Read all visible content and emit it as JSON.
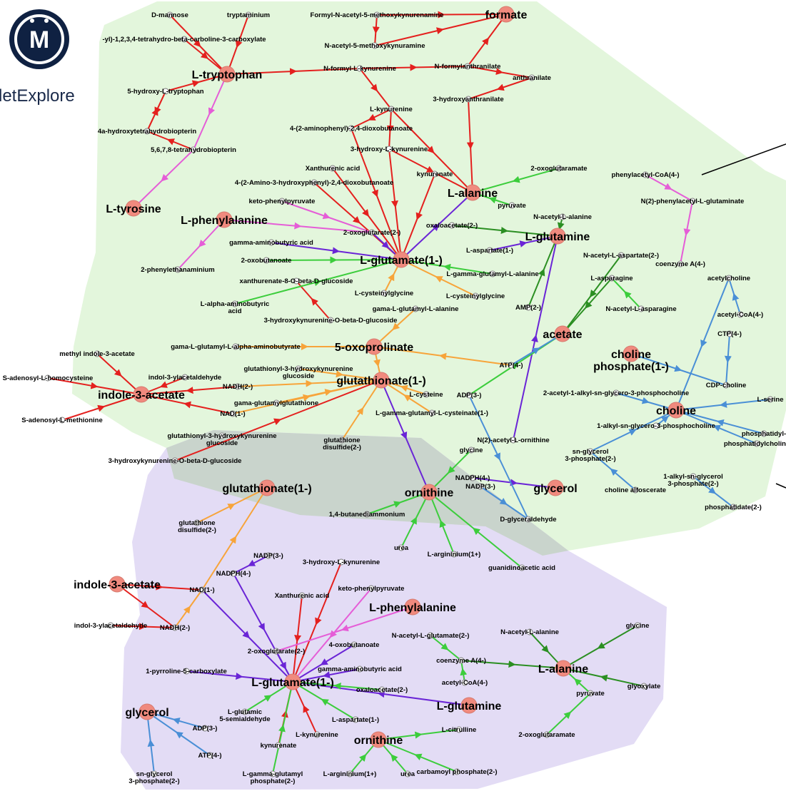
{
  "logo": {
    "text": "letExplore",
    "mark": "M"
  },
  "colors": {
    "region_top": "#e3f6dc",
    "region_bottom": "#e3dcf5",
    "region_overlap": "#c9d4cc",
    "red": "#e4201e",
    "orange": "#f7a43a",
    "purple": "#6a25d6",
    "green": "#3ccd3c",
    "darkgreen": "#2b8f22",
    "blue": "#4a8fd6",
    "pink": "#e55dd7",
    "hub": "#f08a7e"
  },
  "hubs": [
    {
      "id": "L-tryptophan",
      "label": "L-tryptophan"
    },
    {
      "id": "L-tyrosine",
      "label": "L-tyrosine"
    },
    {
      "id": "L-phenylalanine",
      "label": "L-phenylalanine"
    },
    {
      "id": "L-glutamate",
      "label": "L-glutamate(1-)"
    },
    {
      "id": "L-alanine",
      "label": "L-alanine"
    },
    {
      "id": "L-glutamine",
      "label": "L-glutamine"
    },
    {
      "id": "acetate",
      "label": "acetate"
    },
    {
      "id": "5-oxoprolinate",
      "label": "5-oxoprolinate"
    },
    {
      "id": "glutathionate",
      "label": "glutathionate(1-)"
    },
    {
      "id": "indole-3-acetate",
      "label": "indole-3-acetate"
    },
    {
      "id": "choline-phosphate",
      "label": "choline\nphosphate(1-)"
    },
    {
      "id": "choline",
      "label": "choline"
    },
    {
      "id": "formate",
      "label": "formate"
    },
    {
      "id": "glycerol",
      "label": "glycerol"
    },
    {
      "id": "ornithine",
      "label": "ornithine"
    },
    {
      "id": "b-glutathionate",
      "label": "glutathionate(1-)"
    },
    {
      "id": "b-indole-3-acetate",
      "label": "indole-3-acetate"
    },
    {
      "id": "b-L-phenylalanine",
      "label": "L-phenylalanine"
    },
    {
      "id": "b-L-glutamate",
      "label": "L-glutamate(1-)"
    },
    {
      "id": "b-L-alanine",
      "label": "L-alanine"
    },
    {
      "id": "b-L-glutamine",
      "label": "L-glutamine"
    },
    {
      "id": "b-glycerol",
      "label": "glycerol"
    },
    {
      "id": "b-ornithine",
      "label": "ornithine"
    }
  ],
  "metabolites": [
    {
      "id": "m1",
      "label": "D-mannose"
    },
    {
      "id": "m2",
      "label": "tryptaminium"
    },
    {
      "id": "m3",
      "label": "Formyl-N-acetyl-5-methoxykynurenamine"
    },
    {
      "id": "m4",
      "label": "-yl)-1,2,3,4-tetrahydro-beta-carboline-3-carboxylate"
    },
    {
      "id": "m5",
      "label": "N-acetyl-5-methoxykynuramine"
    },
    {
      "id": "m6",
      "label": "N-formyl-L-kynurenine"
    },
    {
      "id": "m7",
      "label": "N-formylanthranilate"
    },
    {
      "id": "m8",
      "label": "anthranilate"
    },
    {
      "id": "m9",
      "label": "5-hydroxy-L-tryptophan"
    },
    {
      "id": "m10",
      "label": "3-hydroxyanthranilate"
    },
    {
      "id": "m11",
      "label": "L-kynurenine"
    },
    {
      "id": "m12",
      "label": "4a-hydroxytetrahydrobiopterin"
    },
    {
      "id": "m13",
      "label": "4-(2-aminophenyl)-2,4-dioxobutanoate"
    },
    {
      "id": "m14",
      "label": "5,6,7,8-tetrahydrobiopterin"
    },
    {
      "id": "m15",
      "label": "3-hydroxy-L-kynurenine"
    },
    {
      "id": "m16",
      "label": "Xanthurenic acid"
    },
    {
      "id": "m17",
      "label": "kynurenate"
    },
    {
      "id": "m18",
      "label": "4-(2-Amino-3-hydroxyphenyl)-2,4-dioxobutanoate"
    },
    {
      "id": "m19",
      "label": "2-oxoglutaramate"
    },
    {
      "id": "m20",
      "label": "phenylacetyl-CoA(4-)"
    },
    {
      "id": "m21",
      "label": "keto-phenylpyruvate"
    },
    {
      "id": "m22",
      "label": "pyruvate"
    },
    {
      "id": "m23",
      "label": "N(2)-phenylacetyl-L-glutaminate"
    },
    {
      "id": "m24",
      "label": "N-acetyl-L-alanine"
    },
    {
      "id": "m25",
      "label": "oxaloacetate(2-)"
    },
    {
      "id": "m26",
      "label": "2-oxoglutarate(2-)"
    },
    {
      "id": "m27",
      "label": "gamma-aminobutyric acid"
    },
    {
      "id": "m28",
      "label": "L-aspartate(1-)"
    },
    {
      "id": "m29",
      "label": "N-acetyl-L-aspartate(2-)"
    },
    {
      "id": "m30",
      "label": "coenzyme A(4-)"
    },
    {
      "id": "m31",
      "label": "2-oxobutanoate"
    },
    {
      "id": "m32",
      "label": "2-phenylethanaminium"
    },
    {
      "id": "m33",
      "label": "xanthurenate-8-O-beta-D-glucoside"
    },
    {
      "id": "m34",
      "label": "L-gamma-glutamyl-L-alanine"
    },
    {
      "id": "m35",
      "label": "L-asparagine"
    },
    {
      "id": "m36",
      "label": "acetylcholine"
    },
    {
      "id": "m37",
      "label": "L-cysteinylglycine"
    },
    {
      "id": "m38",
      "label": "L-cysteinylglycine"
    },
    {
      "id": "m39",
      "label": "L-alpha-aminobutyric acid"
    },
    {
      "id": "m40",
      "label": "gama-L-glutamyl-L-alanine"
    },
    {
      "id": "m41",
      "label": "AMP(2-)"
    },
    {
      "id": "m42",
      "label": "N-acetyl-L-asparagine"
    },
    {
      "id": "m43",
      "label": "acetyl-CoA(4-)"
    },
    {
      "id": "m44",
      "label": "3-hydroxykynurenine-O-beta-D-glucoside"
    },
    {
      "id": "m45",
      "label": "CTP(4-)"
    },
    {
      "id": "m46",
      "label": "methyl indole-3-acetate"
    },
    {
      "id": "m47",
      "label": "gama-L-glutamyl-L-alpha-aminobutyrate"
    },
    {
      "id": "m48",
      "label": "S-adenosyl-L-homocysteine"
    },
    {
      "id": "m49",
      "label": "indol-3-ylacetaldehyde"
    },
    {
      "id": "m50",
      "label": "glutathionyl-3-hydroxykynurenine glucoside"
    },
    {
      "id": "m51",
      "label": "ATP(4-)"
    },
    {
      "id": "m52",
      "label": "CDP-choline"
    },
    {
      "id": "m53",
      "label": "NADH(2-)"
    },
    {
      "id": "m54",
      "label": "L-cysteine"
    },
    {
      "id": "m55",
      "label": "ADP(3-)"
    },
    {
      "id": "m56",
      "label": "2-acetyl-1-alkyl-sn-glycero-3-phosphocholine"
    },
    {
      "id": "m57",
      "label": "gama-glutamylglutathione"
    },
    {
      "id": "m58",
      "label": "S-adenosyl-L-methionine"
    },
    {
      "id": "m59",
      "label": "NAD(1-)"
    },
    {
      "id": "m60",
      "label": "L-gamma-glutamyl-L-cysteinate(1-)"
    },
    {
      "id": "m61",
      "label": "L-serine"
    },
    {
      "id": "m62",
      "label": "1-alkyl-sn-glycero-3-phosphocholine"
    },
    {
      "id": "m63",
      "label": "glutathionyl-3-hydroxykynurenine glucoside"
    },
    {
      "id": "m64",
      "label": "glutathione disulfide(2-)"
    },
    {
      "id": "m65",
      "label": "N(2)-acetyl-L-ornithine"
    },
    {
      "id": "m66",
      "label": "phosphatidyl-"
    },
    {
      "id": "m67",
      "label": "sn-glycerol 3-phosphate(2-)"
    },
    {
      "id": "m68",
      "label": "3-hydroxykynurenine-O-beta-D-glucoside"
    },
    {
      "id": "m69",
      "label": "glycine"
    },
    {
      "id": "m70",
      "label": "phosphatidylcholine"
    },
    {
      "id": "m71",
      "label": "NADPH(4-)"
    },
    {
      "id": "m72",
      "label": "1-alkyl-sn-glycerol 3-phosphate(2-)"
    },
    {
      "id": "m73",
      "label": "choline alfoscerate"
    },
    {
      "id": "m74",
      "label": "NADP(3-)"
    },
    {
      "id": "m75",
      "label": "1,4-butanediammonium"
    },
    {
      "id": "m76",
      "label": "phosphatidate(2-)"
    },
    {
      "id": "m77",
      "label": "D-glyceraldehyde"
    },
    {
      "id": "m78",
      "label": "urea"
    },
    {
      "id": "m79",
      "label": "L-argininium(1+)"
    },
    {
      "id": "m80",
      "label": "guanidinoacetic acid"
    },
    {
      "id": "b1",
      "label": "glutathione disulfide(2-)"
    },
    {
      "id": "b2",
      "label": "NADP(3-)"
    },
    {
      "id": "b3",
      "label": "3-hydroxy-L-kynurenine"
    },
    {
      "id": "b4",
      "label": "NADPH(4-)"
    },
    {
      "id": "b5",
      "label": "NAD(1-)"
    },
    {
      "id": "b6",
      "label": "Xanthurenic acid"
    },
    {
      "id": "b7",
      "label": "keto-phenylpyruvate"
    },
    {
      "id": "b8",
      "label": "indol-3-ylacetaldehyde"
    },
    {
      "id": "b9",
      "label": "NADH(2-)"
    },
    {
      "id": "b10",
      "label": "N-acetyl-L-glutamate(2-)"
    },
    {
      "id": "b11",
      "label": "N-acetyl-L-alanine"
    },
    {
      "id": "b12",
      "label": "glycine"
    },
    {
      "id": "b13",
      "label": "2-oxoglutarate(2-)"
    },
    {
      "id": "b14",
      "label": "4-oxobutanoate"
    },
    {
      "id": "b15",
      "label": "coenzyme A(4-)"
    },
    {
      "id": "b16",
      "label": "gamma-aminobutyric acid"
    },
    {
      "id": "b17",
      "label": "1-pyrroline-5-carboxylate"
    },
    {
      "id": "b18",
      "label": "acetyl-CoA(4-)"
    },
    {
      "id": "b19",
      "label": "glyoxylate"
    },
    {
      "id": "b20",
      "label": "oxaloacetate(2-)"
    },
    {
      "id": "b21",
      "label": "pyruvate"
    },
    {
      "id": "b22",
      "label": "L-glutamic 5-semialdehyde"
    },
    {
      "id": "b23",
      "label": "L-aspartate(1-)"
    },
    {
      "id": "b24",
      "label": "ADP(3-)"
    },
    {
      "id": "b25",
      "label": "L-citrulline"
    },
    {
      "id": "b26",
      "label": "L-kynurenine"
    },
    {
      "id": "b27",
      "label": "2-oxoglutaramate"
    },
    {
      "id": "b28",
      "label": "kynurenate"
    },
    {
      "id": "b29",
      "label": "ATP(4-)"
    },
    {
      "id": "b30",
      "label": "sn-glycerol 3-phosphate(2-)"
    },
    {
      "id": "b31",
      "label": "L-gamma-glutamyl phosphate(2-)"
    },
    {
      "id": "b32",
      "label": "L-argininium(1+)"
    },
    {
      "id": "b33",
      "label": "urea"
    },
    {
      "id": "b34",
      "label": "carbamoyl phosphate(2-)"
    }
  ],
  "edges": [
    [
      "m1",
      "L-tryptophan",
      "red"
    ],
    [
      "m2",
      "L-tryptophan",
      "red"
    ],
    [
      "m4",
      "L-tryptophan",
      "red"
    ],
    [
      "m9",
      "L-tryptophan",
      "red"
    ],
    [
      "L-tryptophan",
      "m6",
      "red"
    ],
    [
      "m6",
      "m11",
      "red"
    ],
    [
      "m3",
      "m5",
      "red"
    ],
    [
      "m3",
      "formate",
      "red"
    ],
    [
      "m5",
      "formate",
      "red"
    ],
    [
      "m6",
      "m7",
      "red"
    ],
    [
      "m7",
      "formate",
      "red"
    ],
    [
      "m7",
      "m8",
      "red"
    ],
    [
      "m8",
      "m10",
      "red"
    ],
    [
      "m10",
      "L-alanine",
      "red"
    ],
    [
      "m11",
      "m13",
      "red"
    ],
    [
      "m11",
      "L-alanine",
      "red"
    ],
    [
      "m13",
      "L-glutamate",
      "red"
    ],
    [
      "m15",
      "L-glutamate",
      "red"
    ],
    [
      "m15",
      "L-alanine",
      "red"
    ],
    [
      "m16",
      "L-glutamate",
      "red"
    ],
    [
      "m17",
      "L-glutamate",
      "red"
    ],
    [
      "m18",
      "L-glutamate",
      "red"
    ],
    [
      "m11",
      "m15",
      "red"
    ],
    [
      "m12",
      "m9",
      "red"
    ],
    [
      "m14",
      "m12",
      "red"
    ],
    [
      "m9",
      "m12",
      "red"
    ],
    [
      "m46",
      "indole-3-acetate",
      "red"
    ],
    [
      "m48",
      "indole-3-acetate",
      "red"
    ],
    [
      "m49",
      "indole-3-acetate",
      "red"
    ],
    [
      "m53",
      "indole-3-acetate",
      "red"
    ],
    [
      "m58",
      "indole-3-acetate",
      "red"
    ],
    [
      "m59",
      "indole-3-acetate",
      "red"
    ],
    [
      "m68",
      "glutathionate",
      "red"
    ],
    [
      "m44",
      "m33",
      "red"
    ],
    [
      "L-tryptophan",
      "m14",
      "pink"
    ],
    [
      "m14",
      "L-tyrosine",
      "pink"
    ],
    [
      "L-phenylalanine",
      "m32",
      "pink"
    ],
    [
      "L-phenylalanine",
      "m26",
      "pink"
    ],
    [
      "m21",
      "m26",
      "pink"
    ],
    [
      "m20",
      "m23",
      "pink"
    ],
    [
      "m23",
      "m30",
      "pink"
    ],
    [
      "m27",
      "L-glutamate",
      "purple"
    ],
    [
      "m26",
      "L-glutamate",
      "purple"
    ],
    [
      "L-glutamate",
      "L-alanine",
      "purple"
    ],
    [
      "m28",
      "L-glutamine",
      "purple"
    ],
    [
      "m65",
      "L-glutamine",
      "purple"
    ],
    [
      "glutathionate",
      "ornithine",
      "purple"
    ],
    [
      "m71",
      "glycerol",
      "purple"
    ],
    [
      "m31",
      "L-glutamate",
      "green"
    ],
    [
      "m39",
      "L-glutamate",
      "green"
    ],
    [
      "m34",
      "L-glutamate",
      "green"
    ],
    [
      "m22",
      "L-alanine",
      "green"
    ],
    [
      "m19",
      "L-alanine",
      "green"
    ],
    [
      "m42",
      "m35",
      "green"
    ],
    [
      "m69",
      "ornithine",
      "green"
    ],
    [
      "m75",
      "ornithine",
      "green"
    ],
    [
      "m78",
      "ornithine",
      "green"
    ],
    [
      "m79",
      "ornithine",
      "green"
    ],
    [
      "m80",
      "ornithine",
      "green"
    ],
    [
      "m55",
      "acetate",
      "green"
    ],
    [
      "m29",
      "acetate",
      "darkgreen"
    ],
    [
      "m24",
      "L-glutamine",
      "darkgreen"
    ],
    [
      "m35",
      "acetate",
      "darkgreen"
    ],
    [
      "m41",
      "L-glutamine",
      "darkgreen"
    ],
    [
      "m25",
      "L-glutamine",
      "darkgreen"
    ],
    [
      "5-oxoprolinate",
      "glutathionate",
      "orange"
    ],
    [
      "m37",
      "L-glutamate",
      "orange"
    ],
    [
      "m38",
      "L-glutamate",
      "orange"
    ],
    [
      "m40",
      "5-oxoprolinate",
      "orange"
    ],
    [
      "m47",
      "5-oxoprolinate",
      "orange"
    ],
    [
      "m50",
      "glutathionate",
      "orange"
    ],
    [
      "m54",
      "glutathionate",
      "orange"
    ],
    [
      "m57",
      "glutathionate",
      "orange"
    ],
    [
      "m60",
      "glutathionate",
      "orange"
    ],
    [
      "m64",
      "glutathionate",
      "orange"
    ],
    [
      "m51",
      "5-oxoprolinate",
      "orange"
    ],
    [
      "m53",
      "glutathionate",
      "orange"
    ],
    [
      "m59",
      "glutathionate",
      "orange"
    ],
    [
      "choline-phosphate",
      "m52",
      "blue"
    ],
    [
      "m45",
      "m52",
      "blue"
    ],
    [
      "m43",
      "m36",
      "blue"
    ],
    [
      "m36",
      "choline",
      "blue"
    ],
    [
      "m56",
      "choline",
      "blue"
    ],
    [
      "m62",
      "choline",
      "blue"
    ],
    [
      "m61",
      "choline",
      "blue"
    ],
    [
      "m66",
      "choline",
      "blue"
    ],
    [
      "m70",
      "choline",
      "blue"
    ],
    [
      "m67",
      "choline",
      "blue"
    ],
    [
      "m72",
      "m76",
      "blue"
    ],
    [
      "m73",
      "m67",
      "blue"
    ],
    [
      "m51",
      "acetate",
      "blue"
    ],
    [
      "m55",
      "m77",
      "blue"
    ],
    [
      "m74",
      "m77",
      "blue"
    ],
    [
      "b1",
      "b-glutathionate",
      "orange"
    ],
    [
      "b5",
      "b-glutathionate",
      "orange"
    ],
    [
      "b9",
      "b5",
      "orange"
    ],
    [
      "b2",
      "b4",
      "purple"
    ],
    [
      "b4",
      "b-L-glutamate",
      "purple"
    ],
    [
      "b5",
      "b-L-glutamate",
      "purple"
    ],
    [
      "b3",
      "b-L-glutamate",
      "red"
    ],
    [
      "b6",
      "b-L-glutamate",
      "red"
    ],
    [
      "b-indole-3-acetate",
      "b5",
      "red"
    ],
    [
      "b8",
      "b9",
      "red"
    ],
    [
      "b-indole-3-acetate",
      "b9",
      "red"
    ],
    [
      "b26",
      "b-L-glutamate",
      "red"
    ],
    [
      "b28",
      "b-L-glutamate",
      "red"
    ],
    [
      "b7",
      "b-L-glutamate",
      "pink"
    ],
    [
      "b-L-phenylalanine",
      "b13",
      "pink"
    ],
    [
      "b13",
      "b-L-glutamate",
      "purple"
    ],
    [
      "b14",
      "b-L-glutamate",
      "purple"
    ],
    [
      "b16",
      "b-L-glutamate",
      "purple"
    ],
    [
      "b17",
      "b-L-glutamate",
      "purple"
    ],
    [
      "b-L-glutamine",
      "b-L-glutamate",
      "purple"
    ],
    [
      "b20",
      "b-L-glutamate",
      "green"
    ],
    [
      "b22",
      "b-L-glutamate",
      "green"
    ],
    [
      "b23",
      "b-L-glutamate",
      "green"
    ],
    [
      "b10",
      "b15",
      "green"
    ],
    [
      "b18",
      "b15",
      "green"
    ],
    [
      "b15",
      "b-L-alanine",
      "darkgreen"
    ],
    [
      "b11",
      "b-L-alanine",
      "darkgreen"
    ],
    [
      "b12",
      "b-L-alanine",
      "darkgreen"
    ],
    [
      "b19",
      "b-L-alanine",
      "darkgreen"
    ],
    [
      "b21",
      "b-L-alanine",
      "green"
    ],
    [
      "b27",
      "b21",
      "green"
    ],
    [
      "b-ornithine",
      "b25",
      "green"
    ],
    [
      "b32",
      "b-ornithine",
      "green"
    ],
    [
      "b33",
      "b-ornithine",
      "green"
    ],
    [
      "b34",
      "b-ornithine",
      "green"
    ],
    [
      "b31",
      "b-L-glutamate",
      "green"
    ],
    [
      "b24",
      "b-glycerol",
      "blue"
    ],
    [
      "b29",
      "b-glycerol",
      "blue"
    ],
    [
      "b30",
      "b-glycerol",
      "blue"
    ]
  ]
}
